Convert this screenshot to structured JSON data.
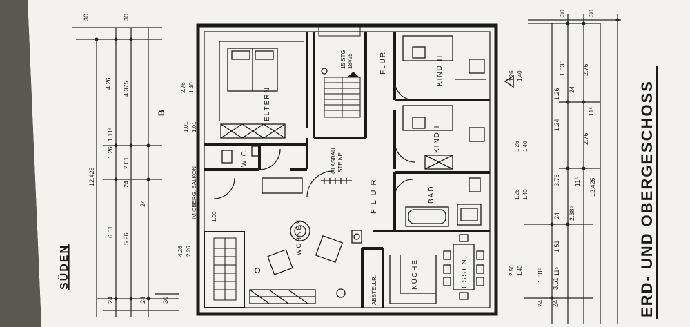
{
  "labels": {
    "sueden": "SÜDEN",
    "title": "ERD- UND OBERGESCHOSS",
    "eltern": "ELTERN",
    "wc": "W.C.",
    "wohnen": "WOHNEN",
    "flur_top": "FLUR",
    "flur_main": "F L U R",
    "kind_ii": "KIND II",
    "kind_i": "KIND I",
    "bad": "BAD",
    "kueche": "KÜCHE",
    "essen": "ESSEN",
    "abstellr": "ABSTELLR.",
    "stairs": "15 STG",
    "stairs_ratio": "18³/25",
    "glasbau": "GLASBAU",
    "steine": "STEINE",
    "balkon": "IM OBERG. BALKON",
    "b_marker": "B"
  },
  "dims_left": {
    "d30a": "30",
    "d30b": "30",
    "d426": "4.26",
    "d4375": "4.375",
    "d12425": "12.425",
    "d1115": "1.11⁵",
    "d126": "1.26",
    "d201": "2.01",
    "d24a": "24",
    "d24b": "24",
    "d601": "6.01",
    "d526": "5.26",
    "d24c": "24",
    "d24d": "24",
    "d30c": "30"
  },
  "dims_right": {
    "d30a": "30",
    "d30b": "30",
    "d1635": "1.635",
    "d276": "2.76",
    "d126": "1.26",
    "d24a": "24",
    "d11a": "11⁵",
    "d124": "1.24",
    "d2762": "2.76",
    "d376": "3.76",
    "d11b": "11⁵",
    "d12425": "12.425",
    "d24b": "24",
    "d2385": "2.38⁵",
    "d151": "1.51",
    "d115": "11⁵",
    "d1885": "1.88⁵",
    "d351": "3.51",
    "d24c": "24",
    "d24d": "24"
  },
  "openings": {
    "w_eltern_num": "2.76",
    "w_eltern_den": "1.40",
    "w_wc_num": "1.01",
    "w_wc_den": "1.01",
    "w_door_num": "1.00",
    "w_wohnen_num": "4.26",
    "w_wohnen_den": "2.26",
    "w_kind2_num": "1.26",
    "w_kind2_den": "1.40",
    "w_kind1_num": "1.26",
    "w_kind1_den": "1.40",
    "w_bad_num": "1.26",
    "w_bad_den": "1.40",
    "w_kueche_num": "2.56",
    "w_kueche_den": "1.40"
  }
}
